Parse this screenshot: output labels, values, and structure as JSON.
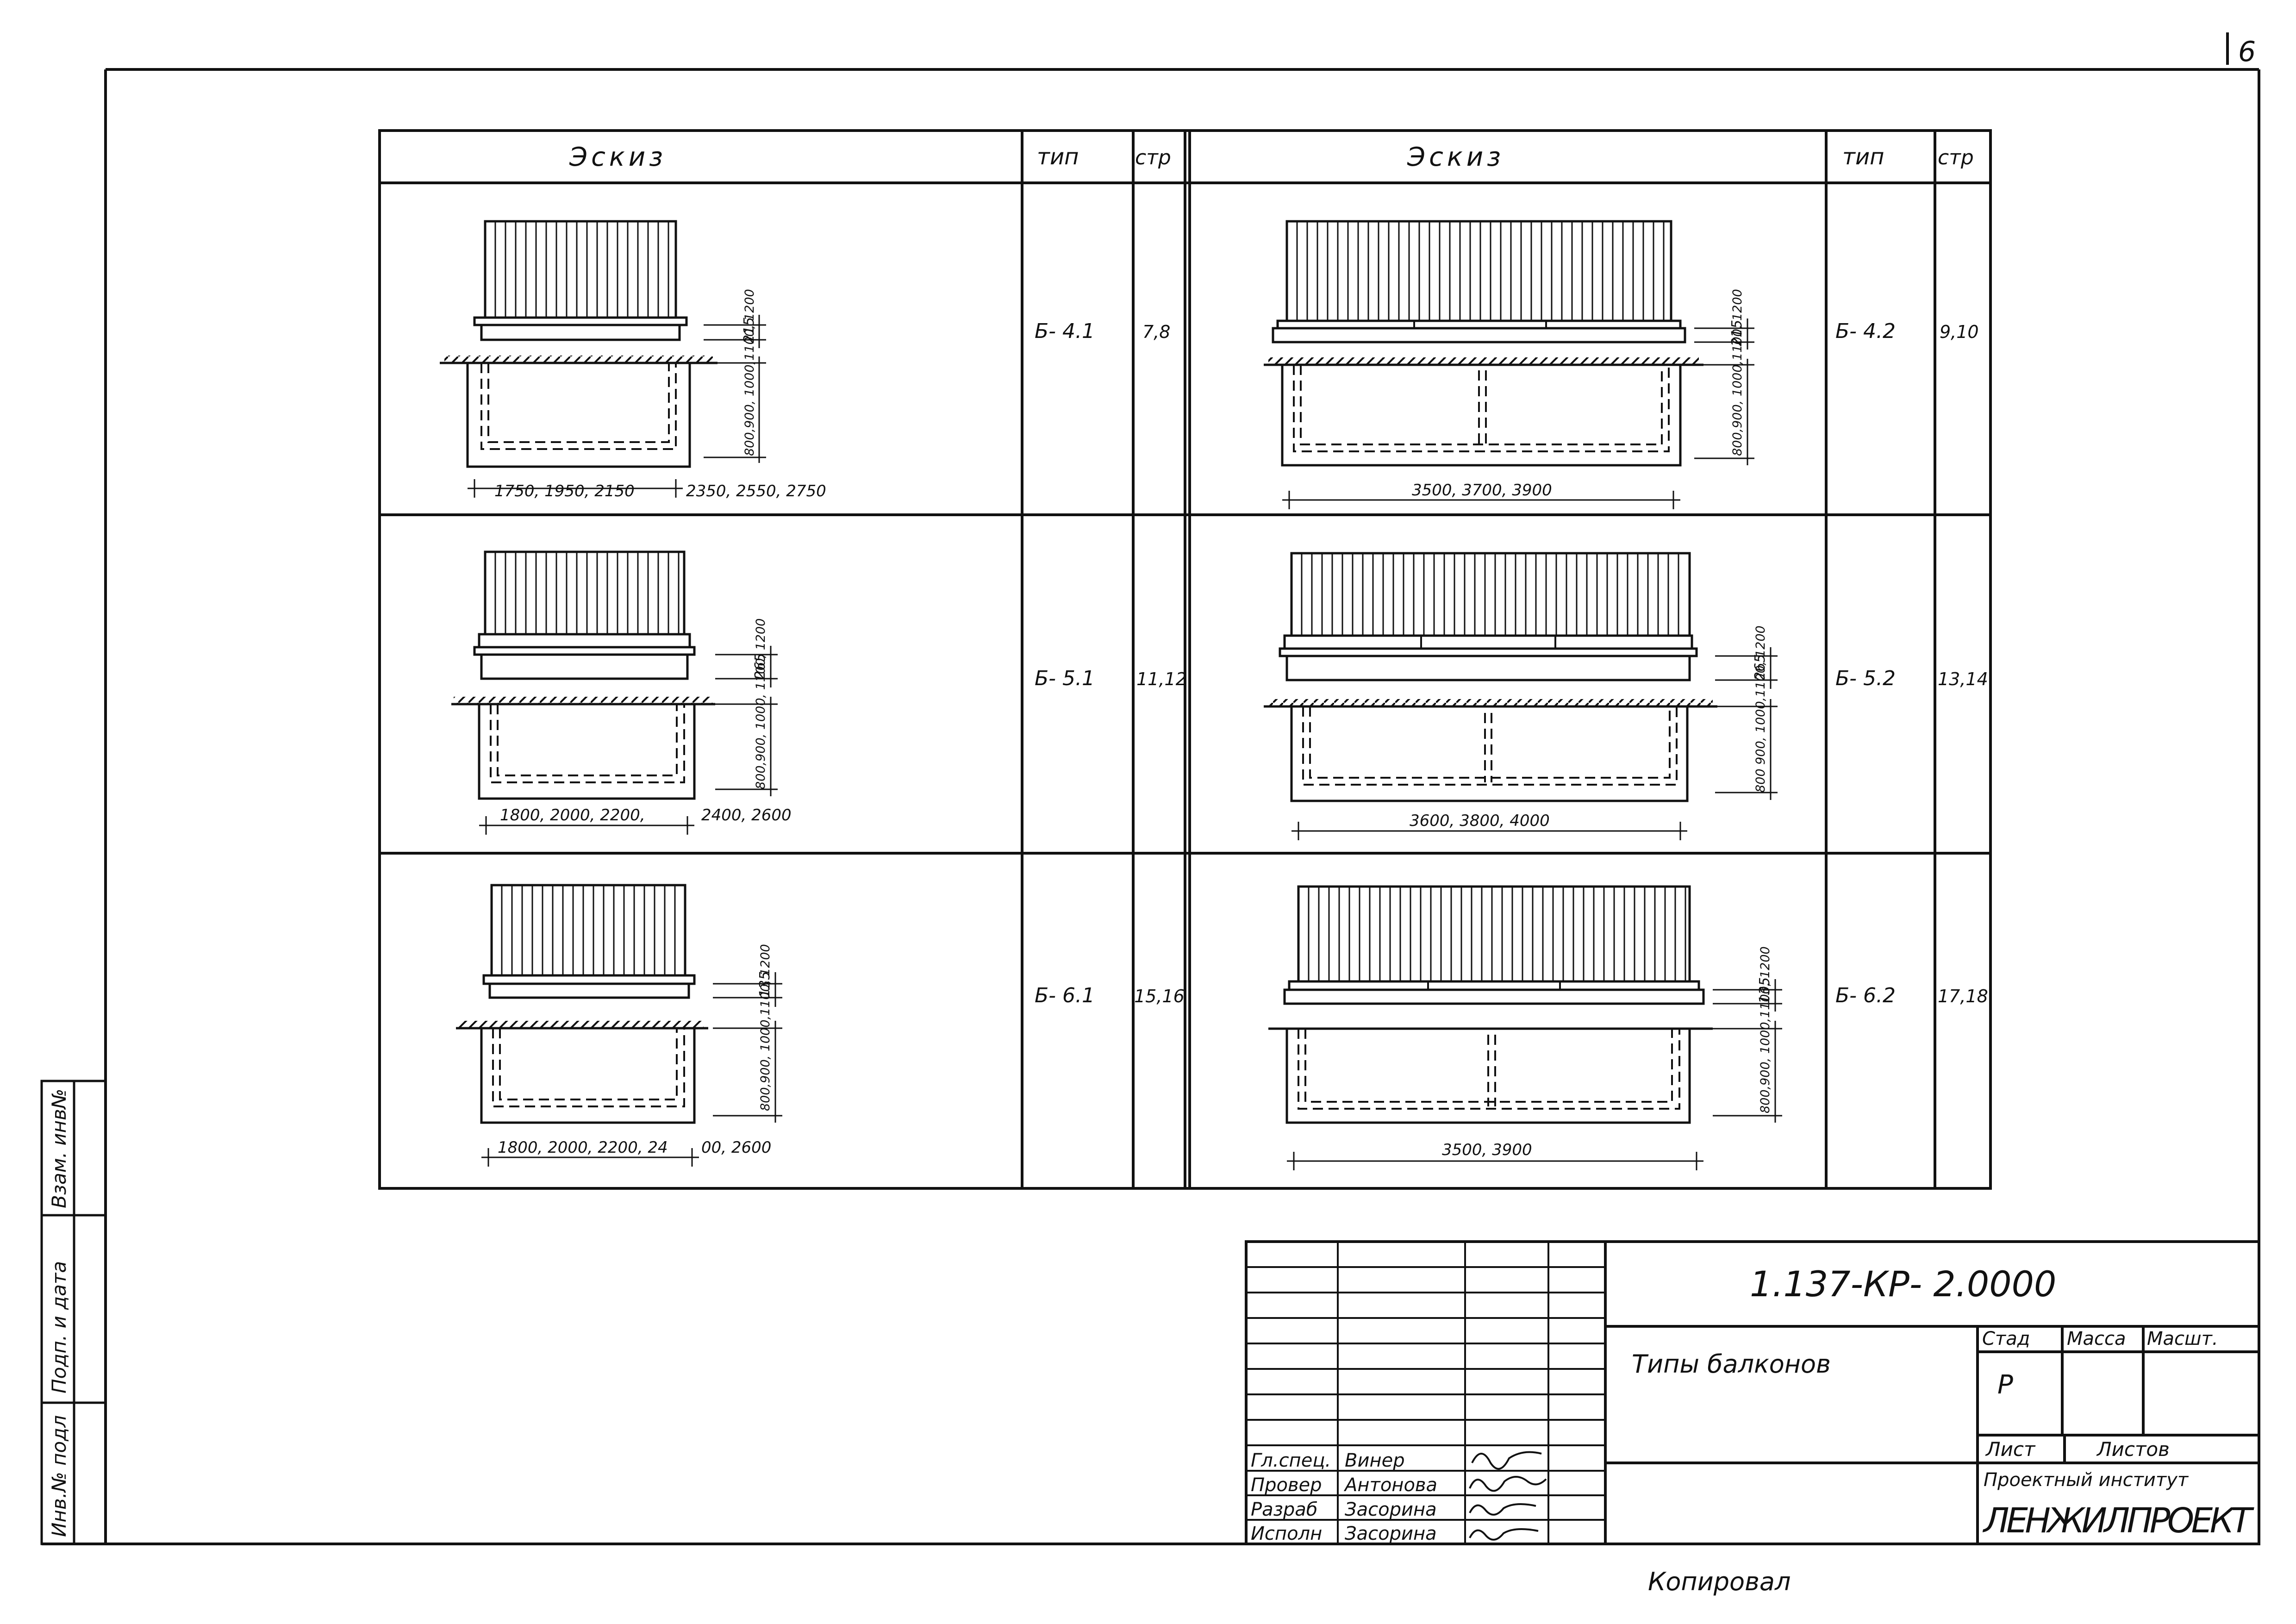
{
  "page_number": "6",
  "table": {
    "headers": {
      "sketch": "Эскиз",
      "type": "тип",
      "page": "стр"
    },
    "rows": [
      {
        "left": {
          "type": "Б- 4.1",
          "pages": "7,8",
          "height": "215",
          "depths": "800,900, 1000,1100, 1200",
          "width_a": "1750, 1950, 2150",
          "width_b": "2350, 2550, 2750"
        },
        "right": {
          "type": "Б- 4.2",
          "pages": "9,10",
          "height": "215",
          "depths": "800,900, 1000,1100, 1200",
          "width": "3500, 3700, 3900"
        }
      },
      {
        "left": {
          "type": "Б- 5.1",
          "pages": "11,12",
          "height": "265",
          "depths": "800,900, 1000, 1100, 1200",
          "width_a": "1800, 2000, 2200,",
          "width_b": "2400, 2600"
        },
        "right": {
          "type": "Б- 5.2",
          "pages": "13,14",
          "height": "265",
          "depths": "800 900, 1000,1100, 1200",
          "width": "3600, 3800, 4000"
        }
      },
      {
        "left": {
          "type": "Б- 6.1",
          "pages": "15,16",
          "height": "135",
          "depths": "800,900, 1000,1100, 1200",
          "width_a": "1800, 2000, 2200, 24",
          "width_b": "00, 2600"
        },
        "right": {
          "type": "Б- 6.2",
          "pages": "17,18",
          "height": "135",
          "depths": "800,900, 1000,1100, 1200",
          "width": "3500, 3900"
        }
      }
    ]
  },
  "side_stamp": {
    "cells": [
      "Взам. инв№",
      "Подп. и дата",
      "Инв.№ подл"
    ]
  },
  "title_block": {
    "doc_code": "1.137-КР-  2.0000",
    "title": "Типы балконов",
    "stage_label": "Стад",
    "mass_label": "Масса",
    "scale_label": "Масшт.",
    "stage_value": "Р",
    "sheet_label": "Лист",
    "sheets_label": "Листов",
    "institute_line": "Проектный институт",
    "institute_name": "ЛЕНЖИЛПРОЕКТ",
    "signatures": [
      {
        "role": "Гл.спец.",
        "name": "Винер"
      },
      {
        "role": "Провер",
        "name": "Антонова"
      },
      {
        "role": "Разраб",
        "name": "Засорина"
      },
      {
        "role": "Исполн",
        "name": "Засорина"
      }
    ]
  },
  "footer": {
    "copied": "Копировал"
  }
}
